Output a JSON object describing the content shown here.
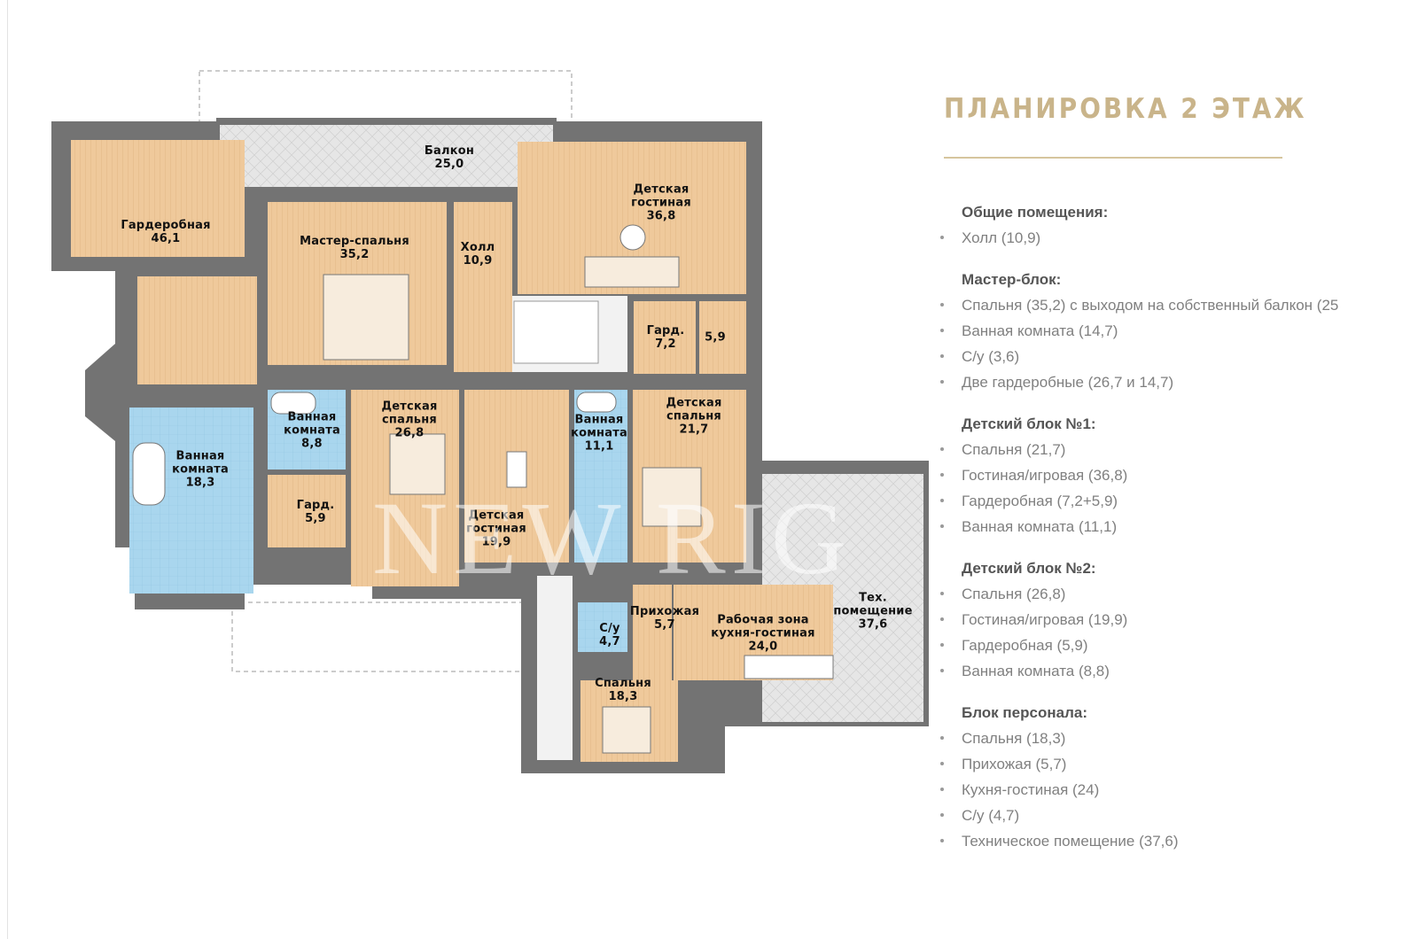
{
  "legend": {
    "title": "ПЛАНИРОВКА 2 ЭТАЖ",
    "sections": [
      {
        "heading": "Общие помещения:",
        "items": [
          "Холл (10,9)"
        ]
      },
      {
        "heading": "Мастер-блок:",
        "items": [
          "Спальня (35,2) с выходом на собственный балкон (25",
          "Ванная комната (14,7)",
          "С/у (3,6)",
          "Две гардеробные (26,7 и 14,7)"
        ]
      },
      {
        "heading": "Детский блок №1:",
        "items": [
          "Спальня (21,7)",
          "Гостиная/игровая (36,8)",
          "Гардеробная (7,2+5,9)",
          "Ванная комната (11,1)"
        ]
      },
      {
        "heading": "Детский блок №2:",
        "items": [
          "Спальня (26,8)",
          "Гостиная/игровая (19,9)",
          "Гардеробная (5,9)",
          "Ванная комната (8,8)"
        ]
      },
      {
        "heading": "Блок персонала:",
        "items": [
          "Спальня (18,3)",
          "Прихожая (5,7)",
          "Кухня-гостиная (24)",
          "С/у (4,7)",
          "Техническое помещение (37,6)"
        ]
      }
    ]
  },
  "plan": {
    "watermark": "NEW RIG",
    "colors": {
      "wall": "#737373",
      "wood": "#efc99b",
      "tile": "#a9d6ee",
      "balcony": "#e4e4e4",
      "dashed": "#9a9a9a",
      "bathFixture": "#ffffff"
    },
    "rooms": [
      {
        "id": "balcony",
        "lines": [
          "Балкон",
          "25,0"
        ],
        "fill": "balcony"
      },
      {
        "id": "wardrobe-46",
        "lines": [
          "Гардеробная",
          "46,1"
        ],
        "fill": "wood"
      },
      {
        "id": "master-bedroom",
        "lines": [
          "Мастер-спальня",
          "35,2"
        ],
        "fill": "wood"
      },
      {
        "id": "hall",
        "lines": [
          "Холл",
          "10,9"
        ],
        "fill": "wood"
      },
      {
        "id": "kids-living-36",
        "lines": [
          "Детская",
          "гостиная",
          "36,8"
        ],
        "fill": "wood"
      },
      {
        "id": "gard-7",
        "lines": [
          "Гард.",
          "7,2"
        ],
        "fill": "wood"
      },
      {
        "id": "gard-59b",
        "lines": [
          "5,9"
        ],
        "fill": "wood"
      },
      {
        "id": "bath-18",
        "lines": [
          "Ванная",
          "комната",
          "18,3"
        ],
        "fill": "tile"
      },
      {
        "id": "bath-88",
        "lines": [
          "Ванная",
          "комната",
          "8,8"
        ],
        "fill": "tile"
      },
      {
        "id": "gard-59a",
        "lines": [
          "Гард.",
          "5,9"
        ],
        "fill": "wood"
      },
      {
        "id": "kids-bedroom-26",
        "lines": [
          "Детская",
          "спальня",
          "26,8"
        ],
        "fill": "wood"
      },
      {
        "id": "kids-living-19",
        "lines": [
          "Детская",
          "гостиная",
          "19,9"
        ],
        "fill": "wood"
      },
      {
        "id": "bath-11",
        "lines": [
          "Ванная",
          "комната",
          "11,1"
        ],
        "fill": "tile"
      },
      {
        "id": "kids-bedroom-21",
        "lines": [
          "Детская",
          "спальня",
          "21,7"
        ],
        "fill": "wood"
      },
      {
        "id": "wc-47",
        "lines": [
          "С/у",
          "4,7"
        ],
        "fill": "tile"
      },
      {
        "id": "entry-57",
        "lines": [
          "Прихожая",
          "5,7"
        ],
        "fill": "wood"
      },
      {
        "id": "kitchen-24",
        "lines": [
          "Рабочая зона",
          "кухня-гостиная",
          "24,0"
        ],
        "fill": "wood"
      },
      {
        "id": "tech-37",
        "lines": [
          "Тех.",
          "помещение",
          "37,6"
        ],
        "fill": "balcony"
      },
      {
        "id": "staff-bedroom-18",
        "lines": [
          "Спальня",
          "18,3"
        ],
        "fill": "wood"
      }
    ]
  }
}
